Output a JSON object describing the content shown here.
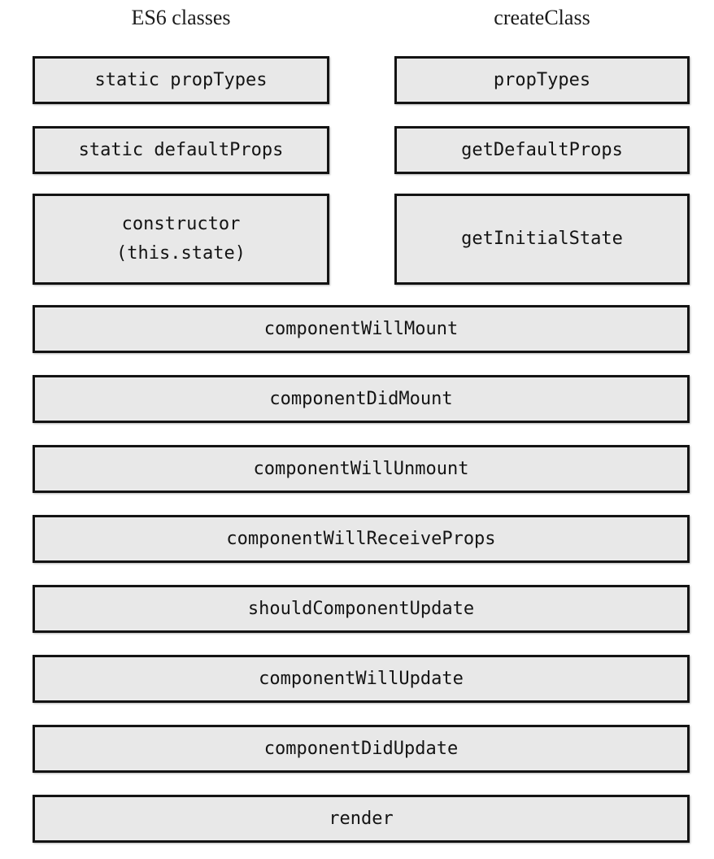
{
  "diagram": {
    "title_left": "ES6 classes",
    "title_right": "createClass",
    "colors": {
      "box_fill": "#e8e8e8",
      "box_border": "#131313",
      "text": "#141414",
      "background": "#ffffff"
    },
    "paired_rows": [
      {
        "left": "static propTypes",
        "right": "propTypes"
      },
      {
        "left": "static defaultProps",
        "right": "getDefaultProps"
      },
      {
        "left": "constructor\n(this.state)",
        "right": "getInitialState"
      }
    ],
    "shared_rows": [
      "componentWillMount",
      "componentDidMount",
      "componentWillUnmount",
      "componentWillReceiveProps",
      "shouldComponentUpdate",
      "componentWillUpdate",
      "componentDidUpdate",
      "render"
    ]
  }
}
